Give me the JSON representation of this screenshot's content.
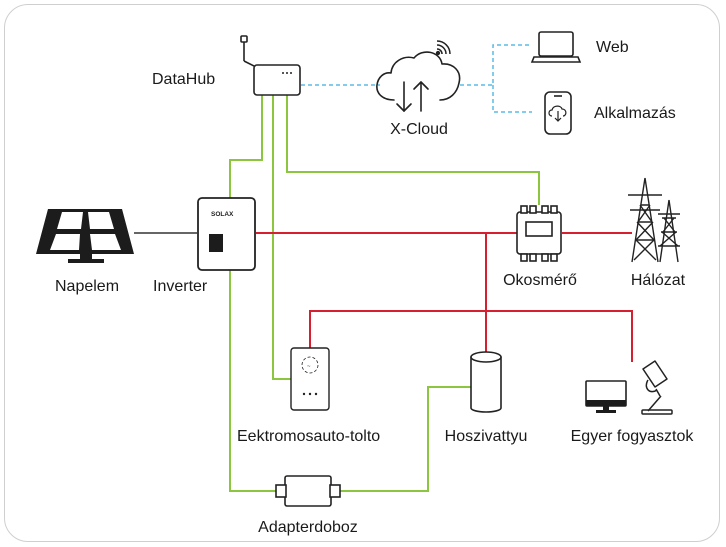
{
  "labels": {
    "datahub": "DataHub",
    "xcloud": "X-Cloud",
    "web": "Web",
    "app": "Alkalmazás",
    "solar": "Napelem",
    "inverter": "Inverter",
    "meter": "Okosmérő",
    "grid": "Hálózat",
    "ev_charger": "Eektromosauto-tolto",
    "heat_pump": "Hoszivattyu",
    "loads": "Egyer fogyasztok",
    "adapter": "Adapterdoboz",
    "inverter_brand": "SOLAX"
  },
  "colors": {
    "comm_line": "#8cc63f",
    "power_line": "#d6202f",
    "wireless_line": "#5bbbe8",
    "dc_line": "#333333"
  },
  "icons": [
    "antenna-icon",
    "cloud-icon",
    "wifi-icon",
    "laptop-icon",
    "phone-icon",
    "solar-panel-icon",
    "inverter-icon",
    "smart-meter-icon",
    "pylon-icon",
    "ev-charger-icon",
    "heat-pump-icon",
    "monitor-icon",
    "lamp-icon",
    "adapter-box-icon"
  ]
}
